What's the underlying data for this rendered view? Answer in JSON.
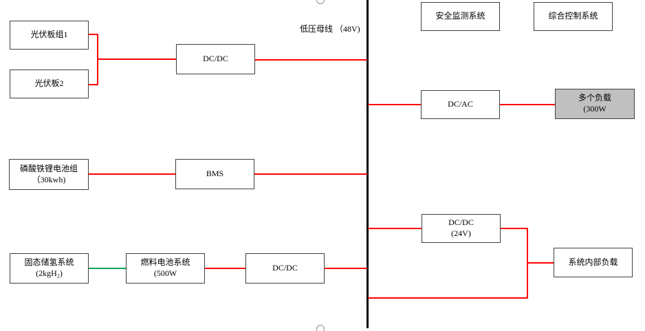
{
  "diagram": {
    "type": "power-system-block-diagram",
    "bus": {
      "label": "低压母线 （48V)"
    },
    "nodes": {
      "pv1": {
        "label": "光伏板组1"
      },
      "pv2": {
        "label": "光伏板2"
      },
      "dcdc_pv": {
        "label": "DC/DC"
      },
      "safety": {
        "label": "安全监测系统"
      },
      "control": {
        "label": "综合控制系统"
      },
      "dcac": {
        "label": "DC/AC"
      },
      "loads": {
        "label": "多个负载",
        "sub": "(300W"
      },
      "battery": {
        "label": "磷酸铁锂电池组",
        "sub": "（30kwh)"
      },
      "bms": {
        "label": "BMS"
      },
      "dcdc_24v": {
        "label": "DC/DC",
        "sub": "(24V)"
      },
      "internal_load": {
        "label": "系统内部负载"
      },
      "h2_storage": {
        "label": "固态储氢系统",
        "sub": "(2kgH₂)"
      },
      "fuel_cell": {
        "label": "燃料电池系统",
        "sub": "(500W"
      },
      "dcdc_fc": {
        "label": "DC/DC"
      }
    },
    "connections": [
      "光伏板组1/光伏板2 -> DC/DC -> 低压母线",
      "低压母线 -> DC/AC -> 多个负载(300W",
      "磷酸铁锂电池组(30kwh) -> BMS -> 低压母线",
      "低压母线 -> DC/DC(24V) -> 系统内部负载",
      "固态储氢系统(2kgH₂) -> 燃料电池系统(500W -> DC/DC -> 低压母线",
      "低压母线 -> 系统内部负载 (bottom branch)"
    ],
    "colors": {
      "wire_red": "#FF0000",
      "wire_green": "#00A651",
      "bus_black": "#000000",
      "load_fill": "#C0C0C0",
      "box_border": "#3F3F3F",
      "handle_gray": "#8F8F8F"
    }
  }
}
